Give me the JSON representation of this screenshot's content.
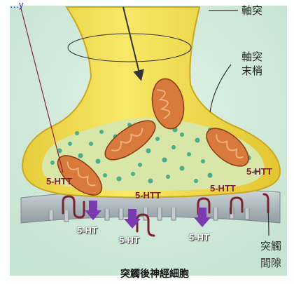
{
  "diagram": {
    "top_label_fragment": "…y",
    "label_axon": "軸突",
    "label_axon_terminal_line1": "軸突",
    "label_axon_terminal_line2": "末梢",
    "label_synaptic_cleft_line1": "突觸",
    "label_synaptic_cleft_line2": "間隙",
    "caption_postsynaptic": "突觸後神經細胞",
    "transporter_label": "5-HTT",
    "serotonin_label": "5-HT",
    "colors": {
      "background": "#cfe8d8",
      "axon_fill": "#f6e45a",
      "axon_outline": "#c9a820",
      "terminal_inner": "#d6e6a8",
      "vesicle": "#3aa886",
      "mitochondria": "#d77a3c",
      "mitochondria_outline": "#8a3a14",
      "transporter": "#7a2230",
      "serotonin_arrow": "#7b3bb0",
      "postsynaptic": "#aeb8bc"
    }
  }
}
